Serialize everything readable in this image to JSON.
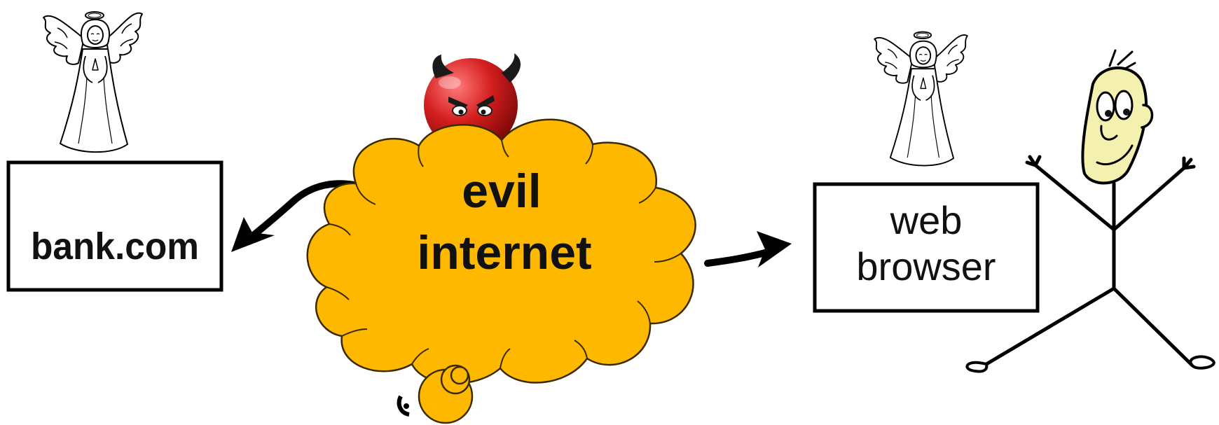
{
  "diagram": {
    "left_box": {
      "label": "bank.com"
    },
    "cloud": {
      "line1": "evil",
      "line2": "internet"
    },
    "right_box": {
      "line1": "web",
      "line2": "browser"
    },
    "icons": {
      "left_angel": "angel-icon",
      "right_angel": "angel-icon",
      "devil": "devil-face-icon",
      "user": "stick-figure-icon"
    },
    "colors": {
      "cloud_fill": "#FFB800",
      "cloud_stroke": "#3a2a00",
      "devil_red": "#d41e1e",
      "box_stroke": "#000000",
      "user_face": "#f4f0b0"
    }
  }
}
